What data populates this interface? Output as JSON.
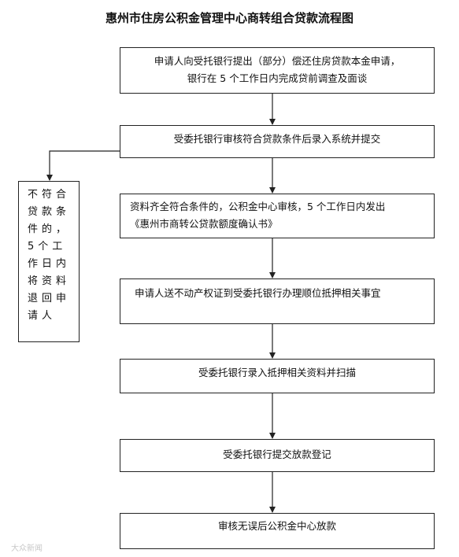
{
  "title": "惠州市住房公积金管理中心商转组合贷款流程图",
  "steps": [
    {
      "lines": [
        "申请人向受托银行提出（部分）偿还住房贷款本金申请，",
        "银行在 5 个工作日内完成贷前调查及面谈"
      ]
    },
    {
      "lines": [
        "受委托银行审核符合贷款条件后录入系统并提交"
      ]
    },
    {
      "lines": [
        "资料齐全符合条件的，公积金中心审核，5 个工作日内发出",
        "《惠州市商转公贷款额度确认书》"
      ]
    },
    {
      "lines": [
        "申请人送不动产权证到受委托银行办理顺位抵押相关事宜"
      ]
    },
    {
      "lines": [
        "受委托银行录入抵押相关资料并扫描"
      ]
    },
    {
      "lines": [
        "受委托银行提交放款登记"
      ]
    },
    {
      "lines": [
        "审核无误后公积金中心放款"
      ]
    }
  ],
  "side_box": {
    "text": "不符合贷款条件的，5个工作日内将资料退回申请人"
  },
  "watermark": "大众新闻"
}
